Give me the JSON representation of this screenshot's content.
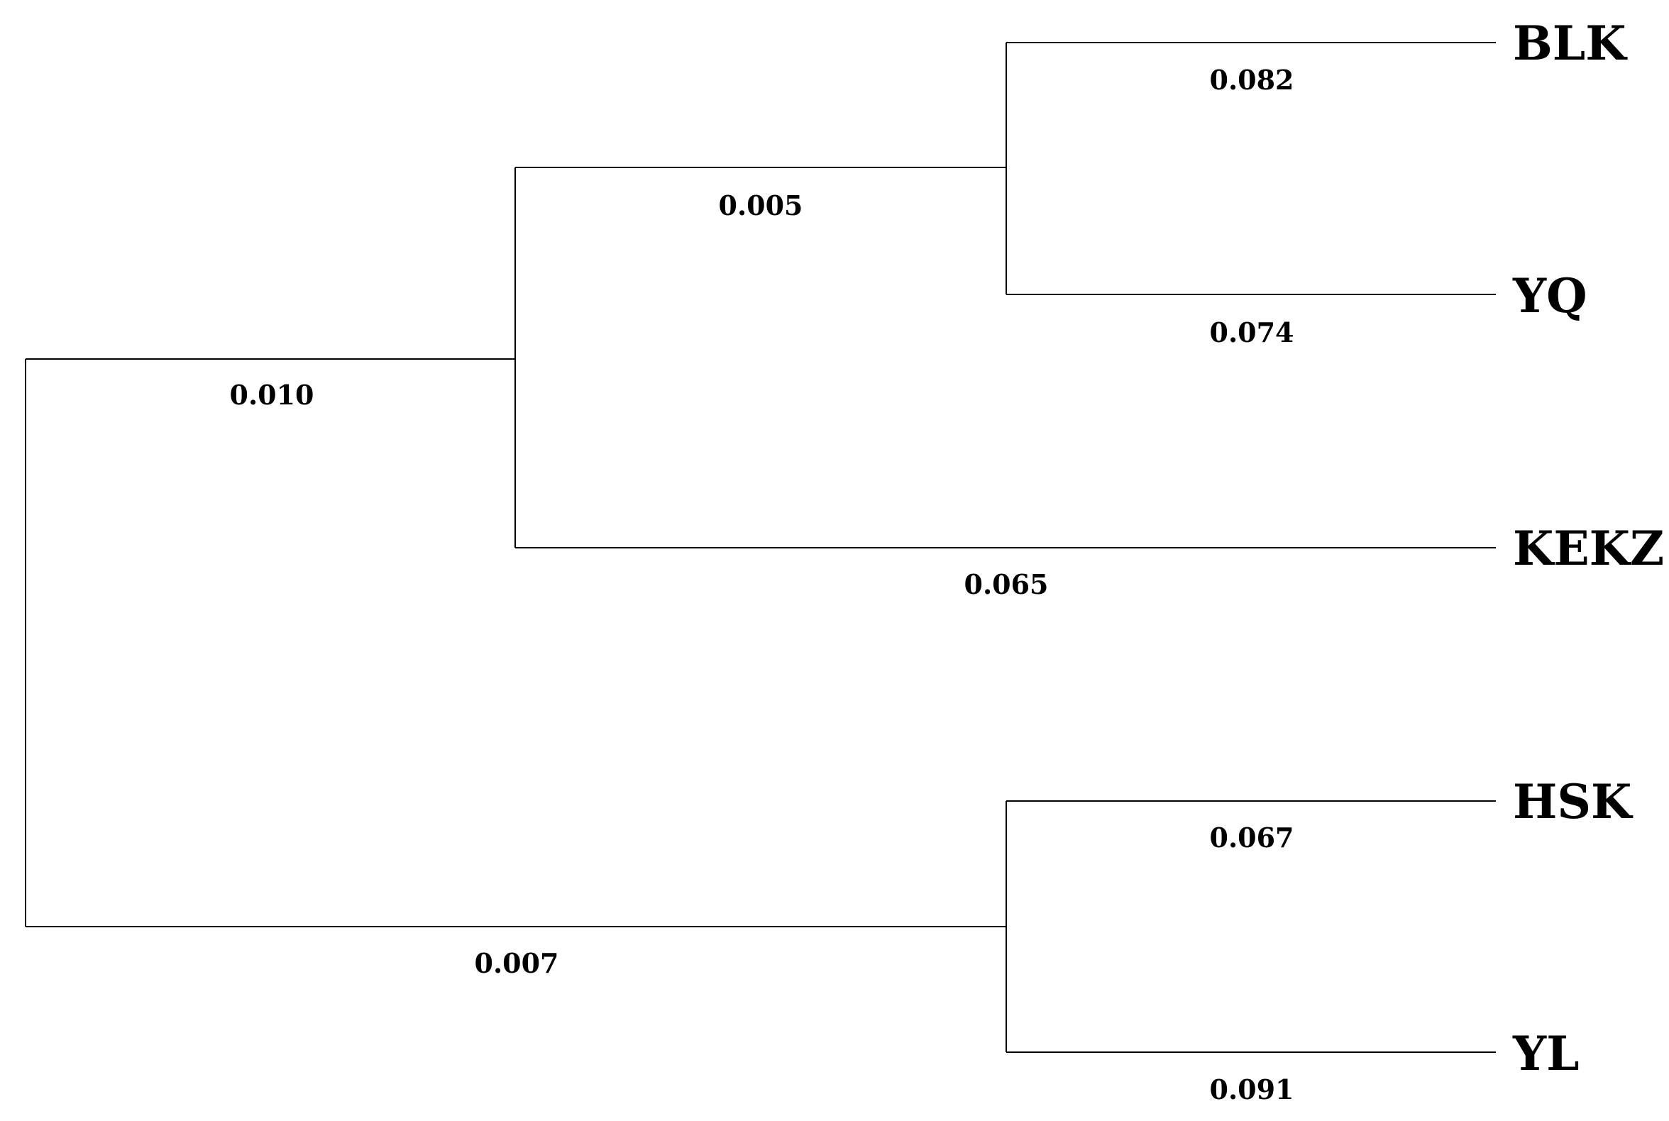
{
  "tree": {
    "leaves": [
      "BLK",
      "YQ",
      "KEKZ",
      "HSK",
      "YL"
    ],
    "branch_lengths": {
      "blk": "0.082",
      "yq": "0.074",
      "blk_yq_clade": "0.005",
      "kekz": "0.065",
      "upper_clade": "0.010",
      "hsk": "0.067",
      "yl": "0.091",
      "lower_clade": "0.007"
    }
  }
}
